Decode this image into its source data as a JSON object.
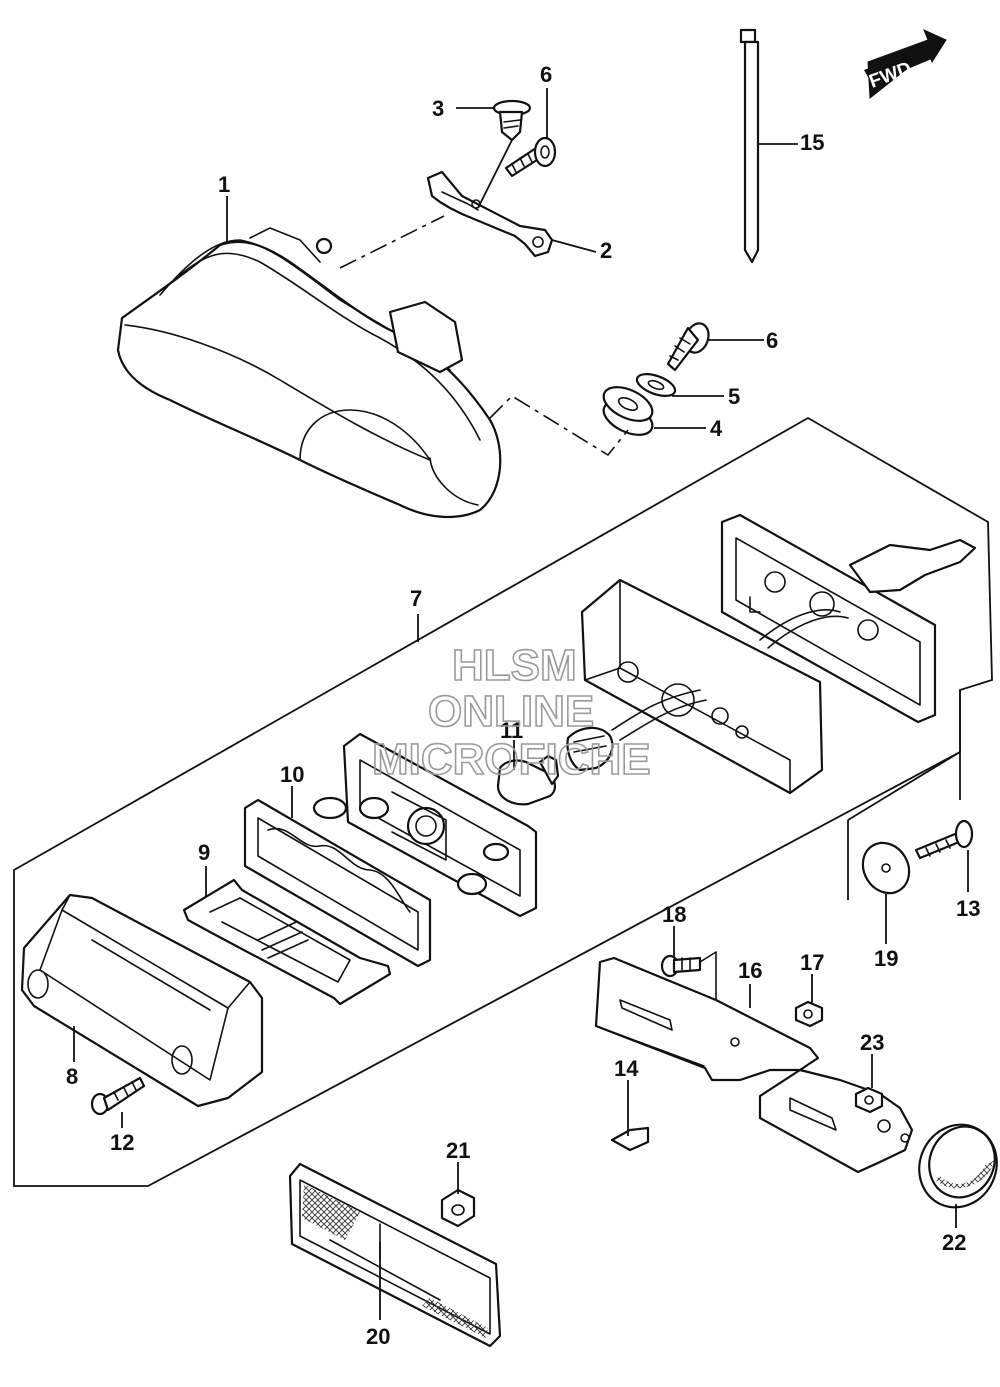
{
  "diagram": {
    "orientation_label": "FWD",
    "watermark": {
      "line1": "HLSM",
      "line2": "ONLINE",
      "line3": "MICROFICHE"
    },
    "callouts": [
      "1",
      "2",
      "3",
      "4",
      "5",
      "6",
      "6",
      "7",
      "8",
      "9",
      "10",
      "11",
      "12",
      "13",
      "14",
      "15",
      "16",
      "17",
      "18",
      "19",
      "20",
      "21",
      "22",
      "23"
    ]
  }
}
